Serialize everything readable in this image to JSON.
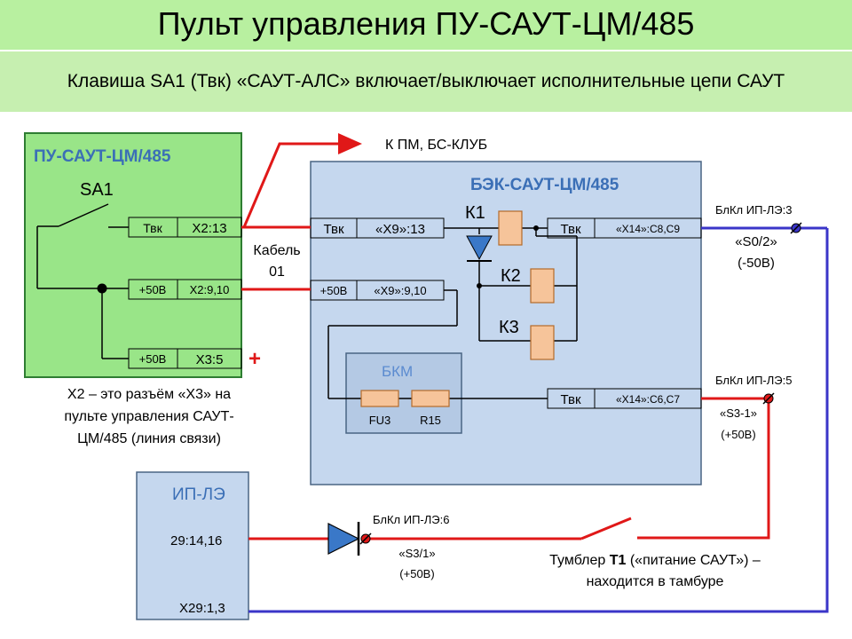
{
  "title": "Пульт управления ПУ-САУТ-ЦМ/485",
  "subtitle": "Клавиша SA1 (Твк) «САУТ-АЛС» включает/выключает исполнительные цепи САУТ",
  "colors": {
    "header_bg": "#b8f0a0",
    "subheader_bg": "#c6efb0",
    "pu_panel_bg": "#99e588",
    "pu_panel_border": "#2e7d32",
    "bek_panel_bg": "#c5d7ee",
    "panel_border": "#4a6584",
    "panel_title": "#3b6fb6",
    "red_wire": "#e01818",
    "blue_wire": "#3a35c8",
    "relay_fill": "#f6c49a",
    "relay_stroke": "#b36a2a",
    "diode_fill": "#3a78c8"
  },
  "pu": {
    "title": "ПУ-САУТ-ЦМ/485",
    "switch": "SA1",
    "terminals": [
      {
        "signal": "Твк",
        "pin": "Х2:13"
      },
      {
        "signal": "+50В",
        "pin": "Х2:9,10"
      },
      {
        "signal": "+50В",
        "pin": "Х3:5"
      }
    ],
    "plus_sign": "+",
    "note": [
      "Х2 – это разъём «Х3» на",
      "пульте управления САУТ-",
      "ЦМ/485 (линия связи)"
    ]
  },
  "cable": [
    "Кабель",
    "01"
  ],
  "to_pm": "К ПМ, БС-КЛУБ",
  "bek": {
    "title": "БЭК-САУТ-ЦМ/485",
    "in_terminals": [
      {
        "signal": "Твк",
        "pin": "«Х9»:13"
      },
      {
        "signal": "+50В",
        "pin": "«Х9»:9,10"
      }
    ],
    "out_terminals": [
      {
        "signal": "Твк",
        "pin": "«Х14»:С8,С9"
      },
      {
        "signal": "Твк",
        "pin": "«Х14»:С6,С7"
      }
    ],
    "relays": [
      "К1",
      "К2",
      "К3"
    ],
    "bkm": {
      "title": "БКМ",
      "fuse": "FU3",
      "resistor": "R15"
    }
  },
  "blkl_3": {
    "label": "БлКл ИП-ЛЭ:3",
    "wire": "«S0/2»",
    "voltage": "(-50В)"
  },
  "blkl_5": {
    "label": "БлКл ИП-ЛЭ:5",
    "wire": "«S3-1»",
    "voltage": "(+50В)"
  },
  "blkl_6": {
    "label": "БлКл ИП-ЛЭ:6",
    "wire": "«S3/1»",
    "voltage": "(+50В)"
  },
  "ip": {
    "title": "ИП-ЛЭ",
    "pins": [
      "29:14,16",
      "Х29:1,3"
    ]
  },
  "toggle": {
    "prefix": "Тумблер ",
    "name": "Т1",
    "suffix": " («питание САУТ») –",
    "line2": "находится в тамбуре"
  }
}
